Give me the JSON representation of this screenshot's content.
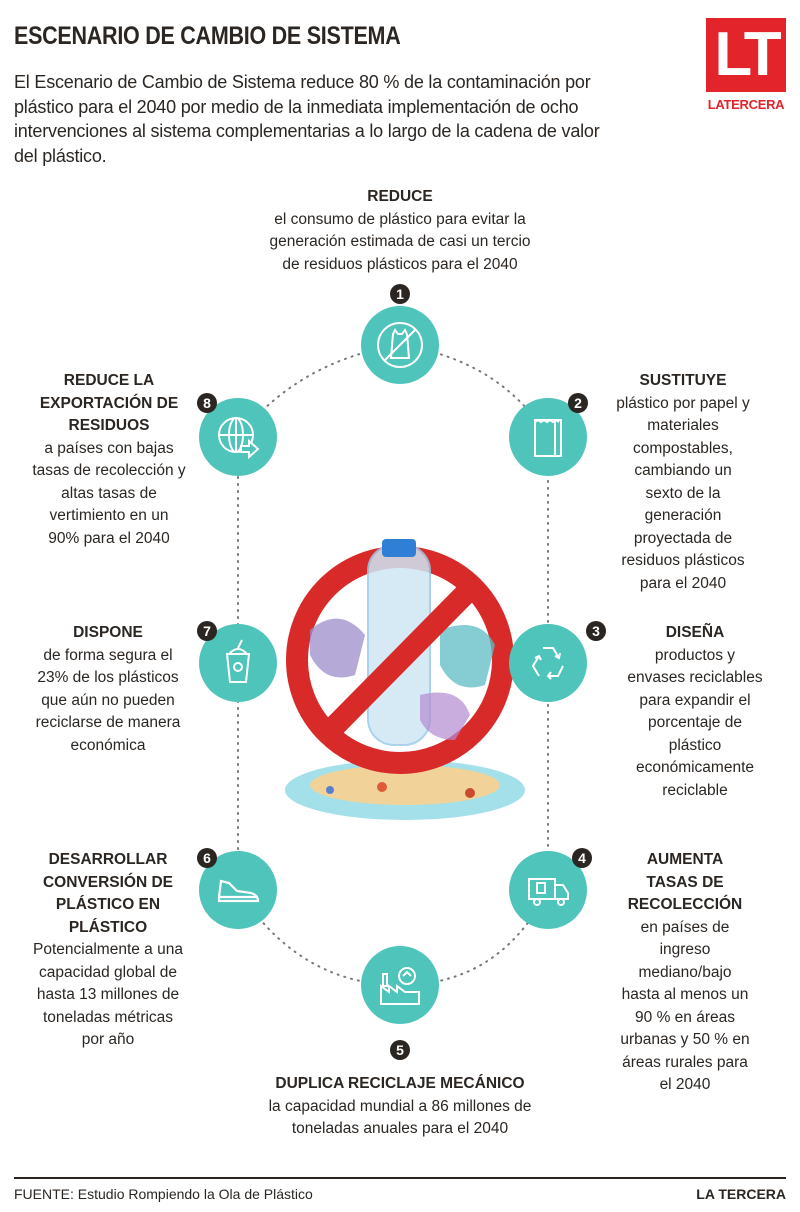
{
  "header": {
    "title": "ESCENARIO DE CAMBIO DE SISTEMA",
    "intro": "El Escenario de Cambio de Sistema reduce 80 % de la contaminación por\nplástico para el 2040 por medio de la inmediata implementación de ocho\nintervenciones al sistema complementarias a lo largo de la cadena de valor\ndel plástico."
  },
  "logo": {
    "mark": "LT",
    "name": "LATERCERA"
  },
  "colors": {
    "teal": "#4ec4bb",
    "red": "#e3242b",
    "dark": "#2b2622"
  },
  "interventions": [
    {
      "number": "1",
      "icon": "no-plastic-bag-icon",
      "heading": "REDUCE",
      "body": "el consumo de plástico para evitar la\ngeneración estimada de casi un tercio\nde residuos plásticos para el 2040"
    },
    {
      "number": "2",
      "icon": "paper-bag-icon",
      "heading": "SUSTITUYE",
      "body": "plástico por papel y\nmateriales\ncompostables,\ncambiando un\nsexto de la\ngeneración\nproyectada de\nresiduos plásticos\npara el 2040"
    },
    {
      "number": "3",
      "icon": "recycle-icon",
      "heading": "DISEÑA",
      "body": "productos y\nenvases reciclables\npara expandir el\nporcentaje de\nplástico\neconómicamente\nreciclable"
    },
    {
      "number": "4",
      "icon": "garbage-truck-icon",
      "heading": "AUMENTA\nTASAS DE\nRECOLECCIÓN",
      "body": "en países de\ningreso\nmediano/bajo\nhasta al menos un\n90 % en áreas\nurbanas y 50 % en\náreas rurales para\nel 2040"
    },
    {
      "number": "5",
      "icon": "recycling-factory-icon",
      "heading": "DUPLICA RECICLAJE MECÁNICO",
      "body": "la capacidad mundial a 86 millones de\ntoneladas anuales para el 2040"
    },
    {
      "number": "6",
      "icon": "shoe-icon",
      "heading": "DESARROLLAR\nCONVERSIÓN DE\nPLÁSTICO EN\nPLÁSTICO",
      "body": "Potencialmente a una\ncapacidad global de\nhasta 13 millones de\ntoneladas métricas\npor año"
    },
    {
      "number": "7",
      "icon": "disposable-cup-icon",
      "heading": "DISPONE",
      "body": "de forma segura el\n23% de los plásticos\nque aún no pueden\nreciclarse de manera\neconómica"
    },
    {
      "number": "8",
      "icon": "globe-export-icon",
      "heading": "REDUCE LA\nEXPORTACIÓN DE\nRESIDUOS",
      "body": "a países con bajas\ntasas de recolección y\naltas tasas de\nvertimiento en un\n90% para el 2040"
    }
  ],
  "footer": {
    "source": "FUENTE: Estudio Rompiendo la Ola de Plástico",
    "brand": "LA TERCERA"
  }
}
